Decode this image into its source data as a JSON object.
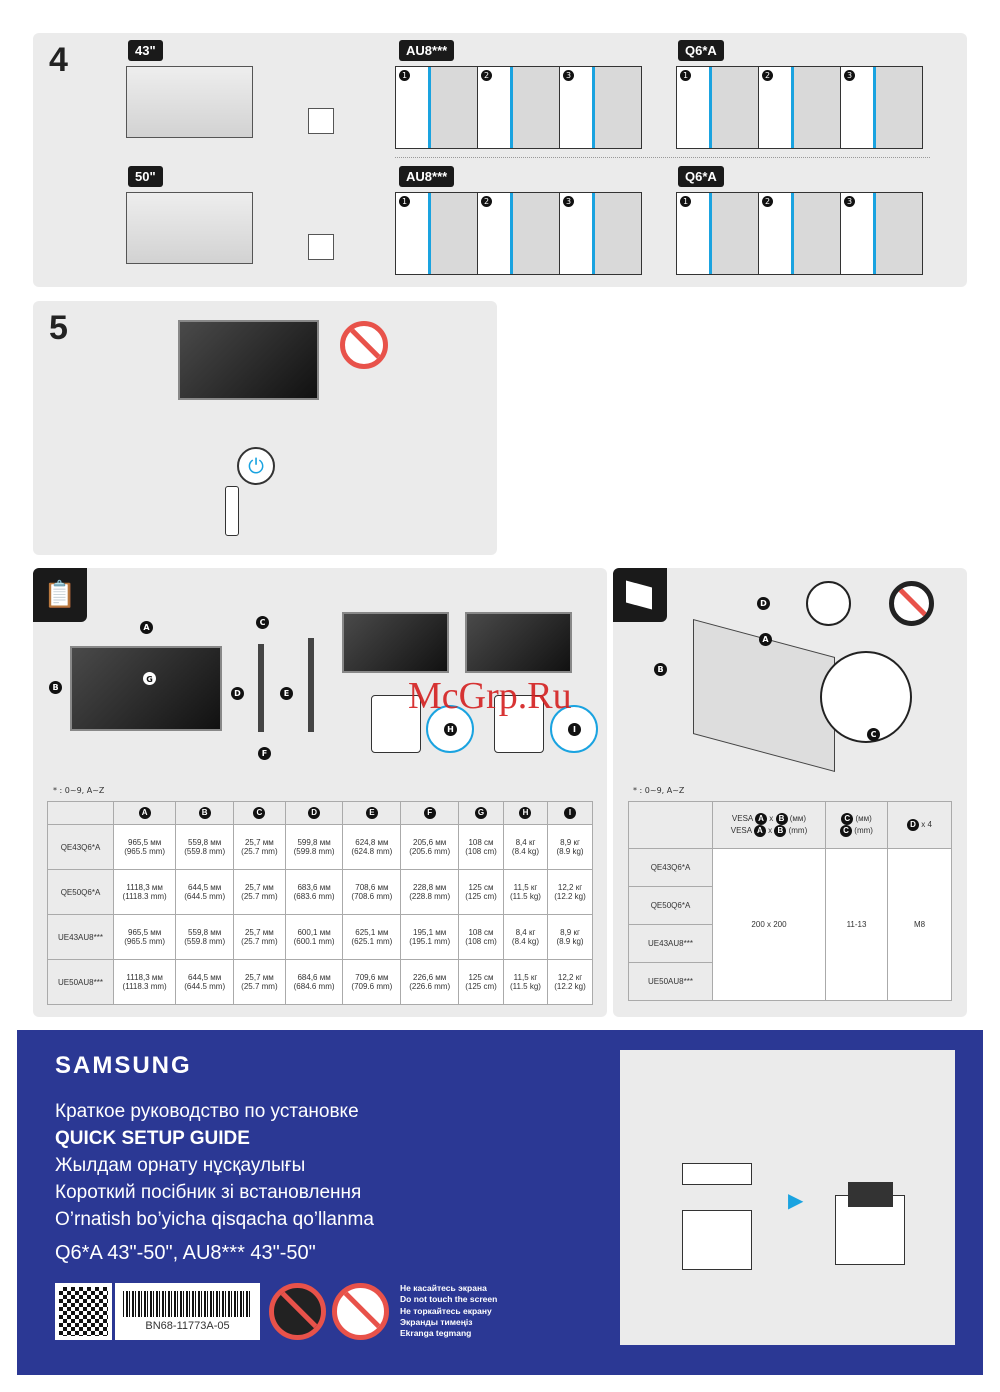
{
  "step4": {
    "number": "4",
    "size_43": "43\"",
    "size_50": "50\"",
    "tags": [
      "AU8***",
      "Q6*A",
      "AU8***",
      "Q6*A"
    ],
    "substeps": [
      "1",
      "2",
      "3"
    ]
  },
  "step5": {
    "number": "5"
  },
  "watermark": "McGrp.Ru",
  "specs": {
    "note": "* : 0~9, A~Z",
    "diagram_labels": [
      "A",
      "B",
      "C",
      "D",
      "E",
      "F",
      "G",
      "H",
      "I"
    ],
    "columns": [
      "A",
      "B",
      "C",
      "D",
      "E",
      "F",
      "G",
      "H",
      "I"
    ],
    "rows": [
      {
        "model": "QE43Q6*A",
        "cells": [
          [
            "965,5 мм",
            "(965.5 mm)"
          ],
          [
            "559,8 мм",
            "(559.8 mm)"
          ],
          [
            "25,7 мм",
            "(25.7 mm)"
          ],
          [
            "599,8 мм",
            "(599.8 mm)"
          ],
          [
            "624,8 мм",
            "(624.8 mm)"
          ],
          [
            "205,6 мм",
            "(205.6 mm)"
          ],
          [
            "108 см",
            "(108 cm)"
          ],
          [
            "8,4 кг",
            "(8.4 kg)"
          ],
          [
            "8,9 кг",
            "(8.9 kg)"
          ]
        ]
      },
      {
        "model": "QE50Q6*A",
        "cells": [
          [
            "1118,3 мм",
            "(1118.3 mm)"
          ],
          [
            "644,5 мм",
            "(644.5 mm)"
          ],
          [
            "25,7 мм",
            "(25.7 mm)"
          ],
          [
            "683,6 мм",
            "(683.6 mm)"
          ],
          [
            "708,6 мм",
            "(708.6 mm)"
          ],
          [
            "228,8 мм",
            "(228.8 mm)"
          ],
          [
            "125 см",
            "(125 cm)"
          ],
          [
            "11,5 кг",
            "(11.5 kg)"
          ],
          [
            "12,2 кг",
            "(12.2 kg)"
          ]
        ]
      },
      {
        "model": "UE43AU8***",
        "cells": [
          [
            "965,5 мм",
            "(965.5 mm)"
          ],
          [
            "559,8 мм",
            "(559.8 mm)"
          ],
          [
            "25,7 мм",
            "(25.7 mm)"
          ],
          [
            "600,1 мм",
            "(600.1 mm)"
          ],
          [
            "625,1 мм",
            "(625.1 mm)"
          ],
          [
            "195,1 мм",
            "(195.1 mm)"
          ],
          [
            "108 см",
            "(108 cm)"
          ],
          [
            "8,4 кг",
            "(8.4 kg)"
          ],
          [
            "8,9 кг",
            "(8.9 kg)"
          ]
        ]
      },
      {
        "model": "UE50AU8***",
        "cells": [
          [
            "1118,3 мм",
            "(1118.3 mm)"
          ],
          [
            "644,5 мм",
            "(644.5 mm)"
          ],
          [
            "25,7 мм",
            "(25.7 mm)"
          ],
          [
            "684,6 мм",
            "(684.6 mm)"
          ],
          [
            "709,6 мм",
            "(709.6 mm)"
          ],
          [
            "226,6 мм",
            "(226.6 mm)"
          ],
          [
            "125 см",
            "(125 cm)"
          ],
          [
            "11,5 кг",
            "(11.5 kg)"
          ],
          [
            "12,2 кг",
            "(12.2 kg)"
          ]
        ]
      }
    ]
  },
  "wall": {
    "note": "* : 0~9, A~Z",
    "diagram_labels": [
      "A",
      "B",
      "C",
      "D"
    ],
    "header": {
      "vesa_prefix": "VESA",
      "x": "x",
      "unit_ru": "(мм)",
      "unit_en": "(mm)",
      "a": "A",
      "b": "B",
      "c": "C",
      "d": "D",
      "times4": "x 4"
    },
    "models": [
      "QE43Q6*A",
      "QE50Q6*A",
      "UE43AU8***",
      "UE50AU8***"
    ],
    "vesa": "200 x 200",
    "c_value": "11-13",
    "screw": "M8"
  },
  "footer": {
    "brand": "SAMSUNG",
    "titles": [
      "Краткое руководство по установке",
      "QUICK SETUP GUIDE",
      "Жылдам орнату нұсқаулығы",
      "Короткий посібник зі встановлення",
      "O’rnatish bo’yicha qisqacha qo’llanma"
    ],
    "models": "Q6*A 43\"-50\", AU8*** 43\"-50\"",
    "barcode": "BN68-11773A-05",
    "warnings": [
      "Не касайтесь экрана",
      "Do not touch the screen",
      "Не торкайтесь екрану",
      "Экранды тимеңіз",
      "Ekranga tegmang"
    ]
  },
  "colors": {
    "footer_bg": "#2b3894",
    "accent_cable": "#1aa3e0",
    "warning_red": "#e8524a",
    "panel_bg": "#ebebeb"
  }
}
